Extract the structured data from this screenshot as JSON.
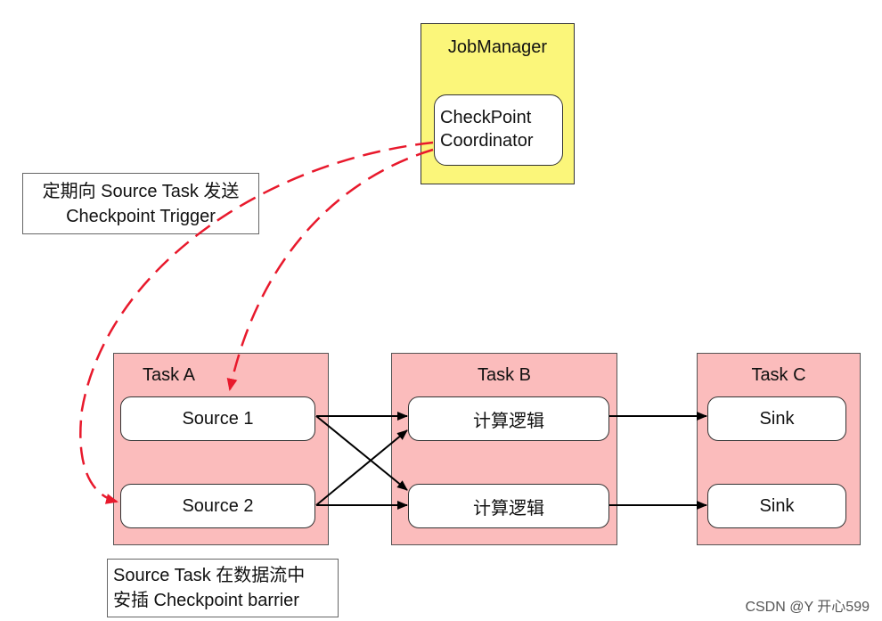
{
  "job_manager": {
    "title": "JobManager",
    "coordinator_line1": "CheckPoint",
    "coordinator_line2": "Coordinator"
  },
  "notes": {
    "trigger_line1": "定期向 Source Task 发送",
    "trigger_line2": "Checkpoint Trigger",
    "barrier_line1": "Source Task 在数据流中",
    "barrier_line2": "安插 Checkpoint barrier"
  },
  "tasks": {
    "a": {
      "title": "Task A",
      "op1": "Source 1",
      "op2": "Source 2"
    },
    "b": {
      "title": "Task B",
      "op1": "计算逻辑",
      "op2": "计算逻辑"
    },
    "c": {
      "title": "Task C",
      "op1": "Sink",
      "op2": "Sink"
    }
  },
  "colors": {
    "job_manager_fill": "#fbf67a",
    "task_fill": "#fbbcbc",
    "trigger_arrow": "#e8192c",
    "data_arrow": "#000000"
  },
  "watermark": "CSDN @Y 开心599"
}
